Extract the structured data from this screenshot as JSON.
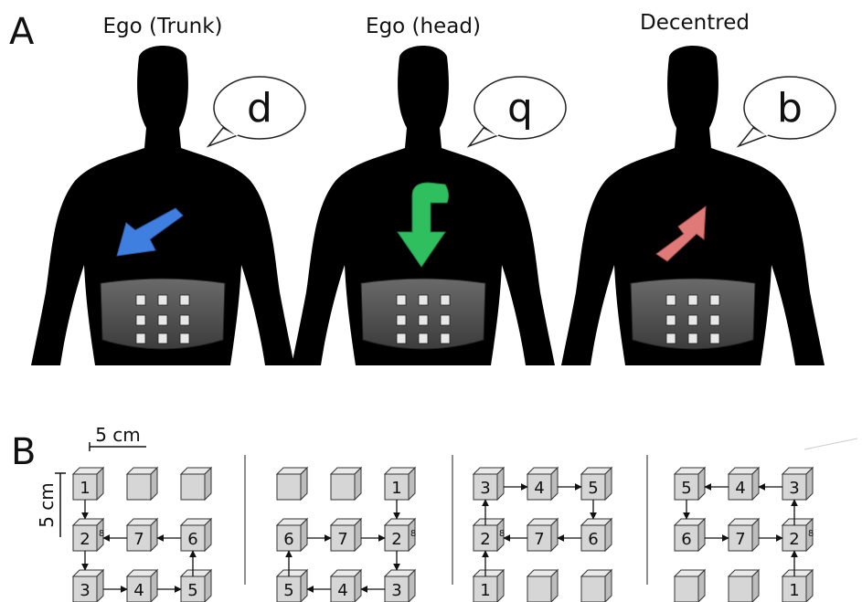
{
  "panel_a": {
    "letter": "A",
    "figures": [
      {
        "title": "Ego (Trunk)",
        "bubble_letter": "d",
        "arrow_color": "#3f7fe0",
        "arrow_kind": "down-left"
      },
      {
        "title": "Ego (head)",
        "bubble_letter": "q",
        "arrow_color": "#2fbf5f",
        "arrow_kind": "curl-down"
      },
      {
        "title": "Decentred",
        "bubble_letter": "b",
        "arrow_color": "#e07a78",
        "arrow_kind": "up-right"
      }
    ]
  },
  "panel_b": {
    "letter": "B",
    "scale_x_label": "5 cm",
    "scale_y_label": "5 cm",
    "grids": [
      {
        "cells": [
          "1",
          "",
          "",
          "2",
          "7",
          "6",
          "3",
          "4",
          "5"
        ],
        "marker": "8",
        "marker_cell": 3,
        "edges": [
          [
            0,
            3
          ],
          [
            3,
            6
          ],
          [
            6,
            7
          ],
          [
            7,
            8
          ],
          [
            8,
            5
          ],
          [
            5,
            4
          ],
          [
            4,
            3
          ]
        ]
      },
      {
        "cells": [
          "",
          "",
          "1",
          "6",
          "7",
          "2",
          "5",
          "4",
          "3"
        ],
        "marker": "8",
        "marker_cell": 5,
        "edges": [
          [
            2,
            5
          ],
          [
            5,
            8
          ],
          [
            8,
            7
          ],
          [
            7,
            6
          ],
          [
            6,
            3
          ],
          [
            3,
            4
          ],
          [
            4,
            5
          ]
        ]
      },
      {
        "cells": [
          "3",
          "4",
          "5",
          "2",
          "7",
          "6",
          "1",
          "",
          ""
        ],
        "marker": "8",
        "marker_cell": 3,
        "edges": [
          [
            6,
            3
          ],
          [
            3,
            0
          ],
          [
            0,
            1
          ],
          [
            1,
            2
          ],
          [
            2,
            5
          ],
          [
            5,
            4
          ],
          [
            4,
            3
          ]
        ]
      },
      {
        "cells": [
          "5",
          "4",
          "3",
          "6",
          "7",
          "2",
          "",
          "",
          "1"
        ],
        "marker": "8",
        "marker_cell": 5,
        "edges": [
          [
            8,
            5
          ],
          [
            5,
            2
          ],
          [
            2,
            1
          ],
          [
            1,
            0
          ],
          [
            0,
            3
          ],
          [
            3,
            4
          ],
          [
            4,
            5
          ]
        ]
      }
    ]
  }
}
